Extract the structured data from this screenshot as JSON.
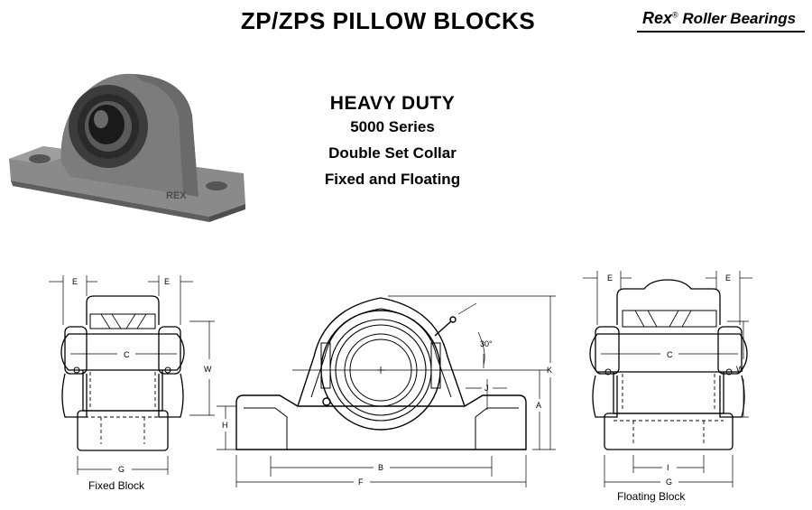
{
  "header": {
    "title": "ZP/ZPS PILLOW BLOCKS",
    "brand_name": "Rex",
    "brand_mark": "®",
    "brand_tagline": "Roller Bearings"
  },
  "product": {
    "heading": "HEAVY DUTY",
    "series": "5000 Series",
    "collar": "Double Set Collar",
    "type": "Fixed and Floating"
  },
  "photo": {
    "casting_mark": "REX",
    "color": "#7c7c7c"
  },
  "fixed_block": {
    "caption": "Fixed Block",
    "labels": {
      "e_left": "E",
      "e_right": "E",
      "c": "C",
      "w": "W",
      "g": "G"
    }
  },
  "side_view": {
    "labels": {
      "angle": "30°",
      "k": "K",
      "j": "J",
      "a": "A",
      "h": "H",
      "b": "B",
      "f": "F"
    }
  },
  "floating_block": {
    "caption": "Floating Block",
    "labels": {
      "e_left": "E",
      "e_right": "E",
      "c": "C",
      "w": "W",
      "i": "I",
      "g": "G"
    }
  }
}
